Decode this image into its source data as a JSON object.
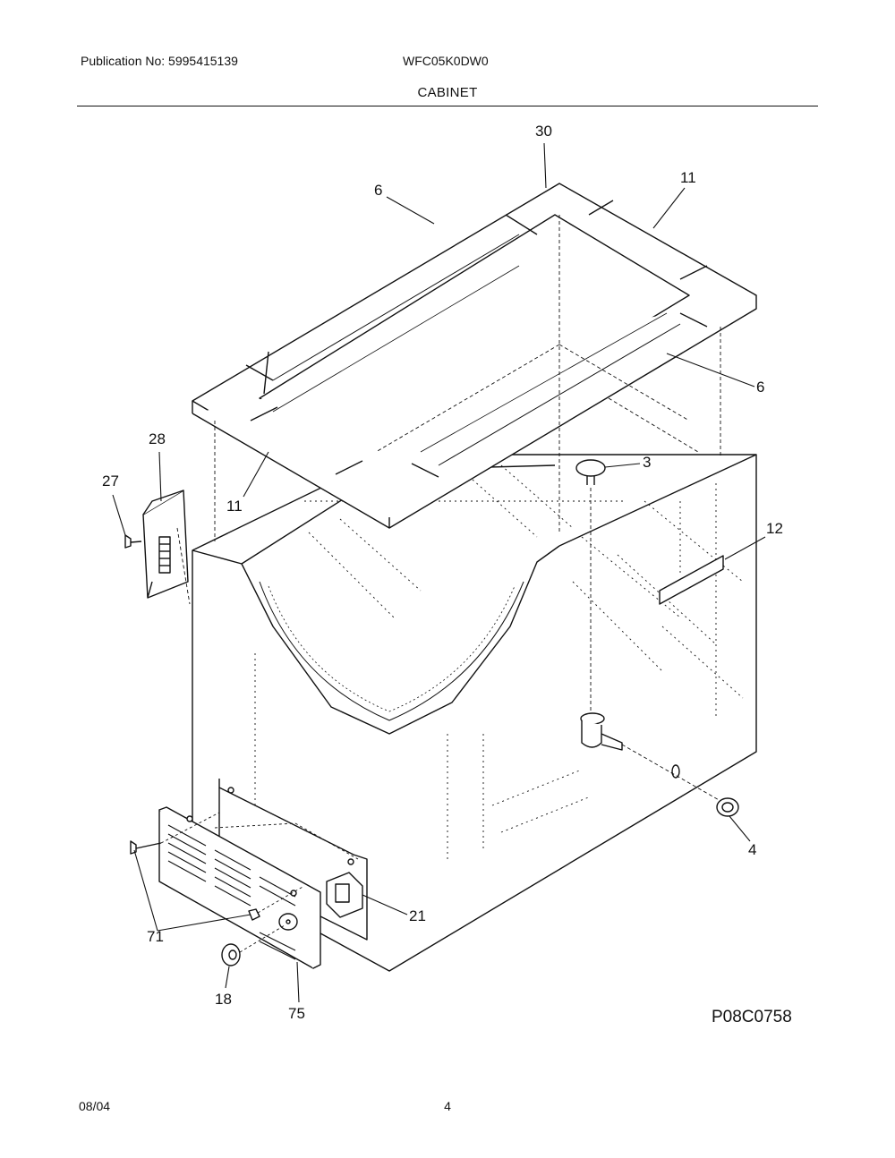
{
  "header": {
    "publication": "Publication No: 5995415139",
    "model": "WFC05K0DW0",
    "section": "CABINET"
  },
  "callouts": {
    "c30": "30",
    "c6_left": "6",
    "c11_top": "11",
    "c6_right": "6",
    "c28": "28",
    "c27": "27",
    "c11_left": "11",
    "c3": "3",
    "c12": "12",
    "c21": "21",
    "c71": "71",
    "c18": "18",
    "c75": "75",
    "c4": "4"
  },
  "diagram_code": "P08C0758",
  "footer": {
    "date": "08/04",
    "page": "4"
  },
  "colors": {
    "line": "#111111",
    "background": "#ffffff"
  }
}
